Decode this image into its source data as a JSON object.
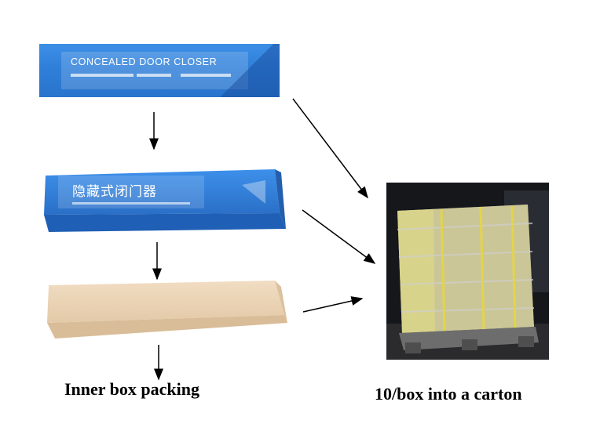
{
  "boxes": {
    "box1_title": "CONCEALED DOOR CLOSER",
    "box2_title": "隐藏式闭门器"
  },
  "labels": {
    "inner": "Inner box packing",
    "carton": "10/box into a carton"
  },
  "colors": {
    "box_blue": "#2f7fd9",
    "foam": "#ecd6bb",
    "arrow": "#000000"
  }
}
